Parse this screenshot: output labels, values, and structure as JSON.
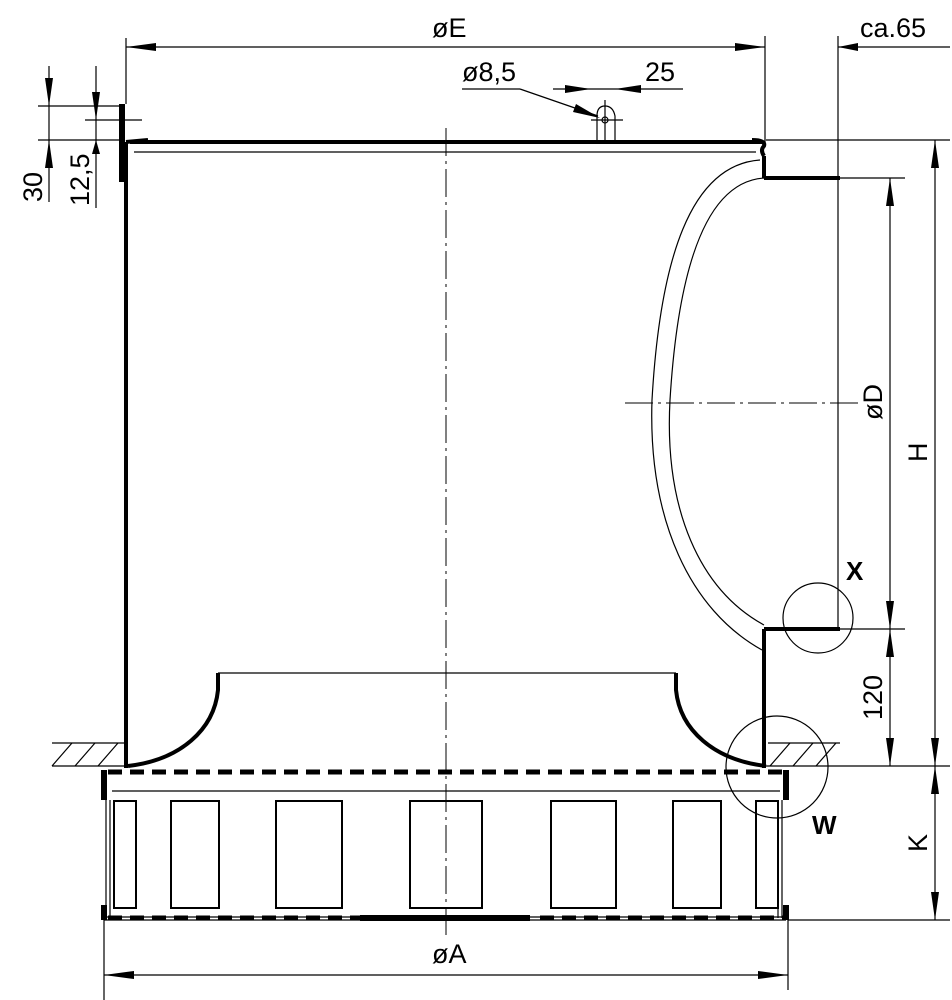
{
  "drawing": {
    "type": "technical-section-drawing",
    "subject": "roof fan / ventilator housing with base frame",
    "dimensions": {
      "diameter_E": "øE",
      "clearance_right": "ca.65",
      "hole_diameter": "ø8,5",
      "lug_width": "25",
      "flange_height_total": "30",
      "flange_height_inner": "12,5",
      "outlet_diameter_D": "øD",
      "height_H": "H",
      "outlet_offset": "120",
      "base_height_K": "K",
      "base_diameter_A": "øA"
    },
    "detail_markers": {
      "detail_x": "X",
      "detail_w": "W"
    }
  }
}
